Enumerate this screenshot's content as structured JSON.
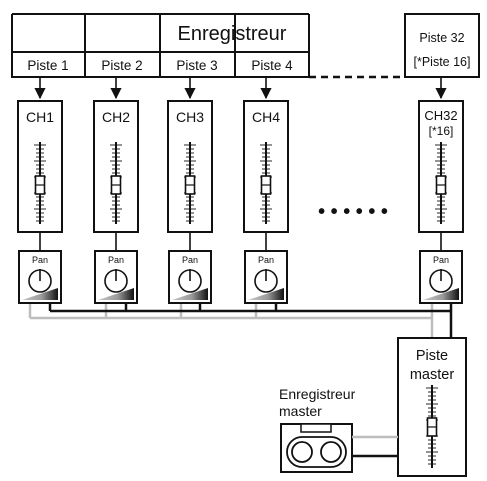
{
  "recorder": {
    "title": "Enregistreur",
    "tracks": [
      "Piste 1",
      "Piste 2",
      "Piste 3",
      "Piste 4"
    ],
    "last_track_line1": "Piste 32",
    "last_track_line2": "[*Piste 16]"
  },
  "channels": {
    "labels": [
      "CH1",
      "CH2",
      "CH3",
      "CH4"
    ],
    "last_line1": "CH32",
    "last_line2": "[*16]",
    "ellipsis": "• • • • • •"
  },
  "pan": {
    "label": "Pan"
  },
  "master_track": {
    "line1": "Piste",
    "line2": "master"
  },
  "master_recorder": {
    "line1": "Enregistreur",
    "line2": "master"
  },
  "colors": {
    "line": "#111111",
    "gray_wire": "#bdbdbd",
    "wedge": "#a6a6a6"
  }
}
